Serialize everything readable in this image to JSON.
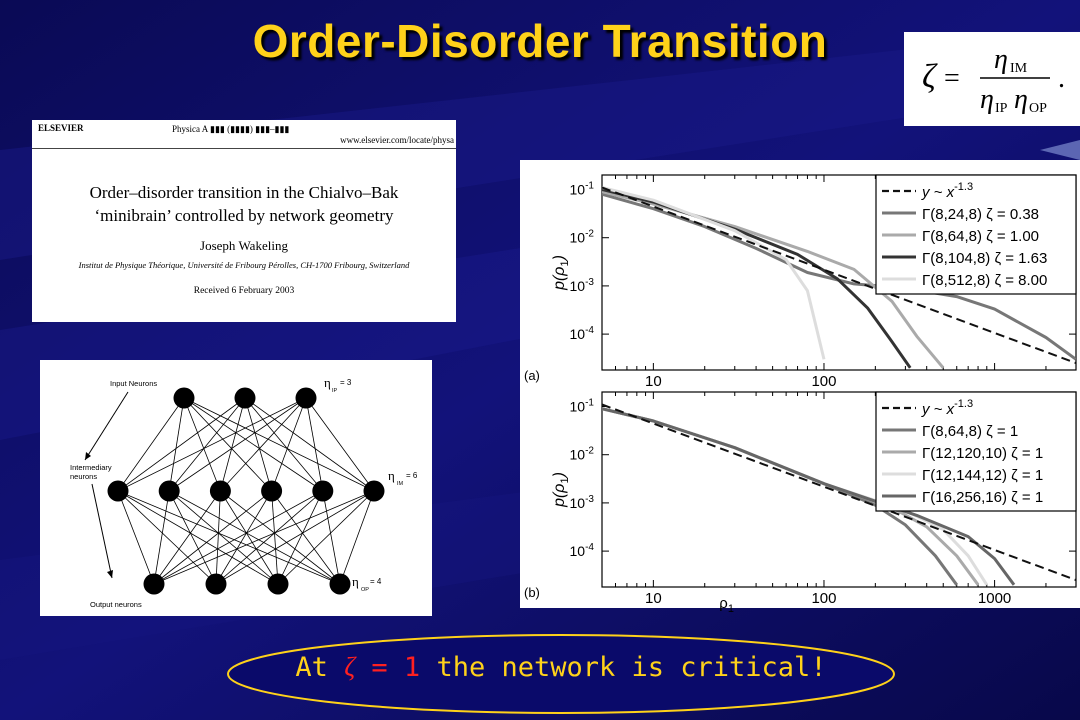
{
  "slide": {
    "title": "Order-Disorder Transition",
    "callout": {
      "prefix": "At ",
      "zeta": "ζ",
      "eq": " = ",
      "one": "1",
      "suffix": " the network is critical!"
    }
  },
  "formula": {
    "lhs": "ζ",
    "eq": "=",
    "num": "η",
    "num_sub": "IM",
    "den1": "η",
    "den1_sub": "IP",
    "den2": "η",
    "den2_sub": "OP",
    "end": "."
  },
  "paper": {
    "publisher": "ELSEVIER",
    "journal": "Physica A ▮▮▮ (▮▮▮▮) ▮▮▮–▮▮▮",
    "url": "www.elsevier.com/locate/physa",
    "title_line1": "Order–disorder transition in the Chialvo–Bak",
    "title_line2": "‘minibrain’ controlled by network geometry",
    "author": "Joseph Wakeling",
    "affiliation": "Institut de Physique Théorique, Université de Fribourg Pérolles, CH-1700 Fribourg, Switzerland",
    "received": "Received 6 February 2003"
  },
  "network": {
    "input_label": "Input Neurons",
    "inter_label_1": "Intermediary",
    "inter_label_2": "neurons",
    "output_label": "Output neurons",
    "eta_ip": "η",
    "eta_ip_sub": "IP",
    "eta_ip_val": "= 3",
    "eta_im": "η",
    "eta_im_sub": "IM",
    "eta_im_val": "= 6",
    "eta_op": "η",
    "eta_op_sub": "OP",
    "eta_op_val": "= 4",
    "layers": [
      3,
      6,
      4
    ]
  },
  "chart_data": [
    {
      "type": "line",
      "panel_label": "(a)",
      "xscale": "log",
      "yscale": "log",
      "xlim": [
        5,
        3000
      ],
      "ylim": [
        1.8e-05,
        0.2
      ],
      "ylabel": "p(ρ1)",
      "x_ticks": [
        "10",
        "100"
      ],
      "y_ticks": [
        "10-1",
        "10-2",
        "10-3",
        "10-4"
      ],
      "legend_position": "top-right",
      "series": [
        {
          "name": "y ~ x-1.3",
          "style": "dashed",
          "color": "#111111",
          "x": [
            5,
            3000
          ],
          "y": [
            0.11,
            2.5e-05
          ]
        },
        {
          "name": "Γ(8,24,8)  ζ = 0.38",
          "color": "#777777",
          "x": [
            5,
            10,
            20,
            40,
            80,
            150,
            300,
            600,
            1000,
            2000,
            3000
          ],
          "y": [
            0.08,
            0.04,
            0.017,
            0.006,
            0.0019,
            0.0011,
            0.0009,
            0.0006,
            0.00033,
            8.5e-05,
            3e-05
          ]
        },
        {
          "name": "Γ(8,64,8)  ζ = 1.00",
          "color": "#aaaaaa",
          "x": [
            5,
            10,
            30,
            80,
            150,
            250,
            350,
            500
          ],
          "y": [
            0.09,
            0.05,
            0.017,
            0.0052,
            0.0022,
            0.00048,
            9e-05,
            2e-05
          ]
        },
        {
          "name": "Γ(8,104,8)  ζ = 1.63",
          "color": "#333333",
          "x": [
            5,
            10,
            30,
            70,
            120,
            180,
            250,
            320
          ],
          "y": [
            0.1,
            0.055,
            0.015,
            0.0045,
            0.0014,
            0.00035,
            7e-05,
            2e-05
          ]
        },
        {
          "name": "Γ(8,512,8)  ζ = 8.00",
          "color": "#dddddd",
          "x": [
            5,
            10,
            30,
            60,
            80,
            100
          ],
          "y": [
            0.11,
            0.06,
            0.014,
            0.0035,
            0.0008,
            3e-05
          ]
        }
      ]
    },
    {
      "type": "line",
      "panel_label": "(b)",
      "xscale": "log",
      "yscale": "log",
      "xlim": [
        5,
        3000
      ],
      "ylim": [
        1.8e-05,
        0.2
      ],
      "xlabel": "ρ1",
      "ylabel": "p(ρ1)",
      "x_ticks": [
        "10",
        "100",
        "1000"
      ],
      "y_ticks": [
        "10-1",
        "10-2",
        "10-3",
        "10-4"
      ],
      "legend_position": "top-right",
      "series": [
        {
          "name": "y ~ x-1.3",
          "style": "dashed",
          "color": "#111111",
          "x": [
            5,
            3000
          ],
          "y": [
            0.11,
            2.5e-05
          ]
        },
        {
          "name": "Γ(8,64,8)  ζ = 1",
          "color": "#777777",
          "x": [
            5,
            10,
            30,
            100,
            200,
            300,
            450,
            600
          ],
          "y": [
            0.09,
            0.05,
            0.014,
            0.0025,
            0.0009,
            0.00035,
            8e-05,
            2e-05
          ]
        },
        {
          "name": "Γ(12,120,10)  ζ = 1",
          "color": "#aaaaaa",
          "x": [
            5,
            10,
            30,
            100,
            250,
            400,
            600,
            800
          ],
          "y": [
            0.09,
            0.05,
            0.014,
            0.0025,
            0.0008,
            0.00032,
            8e-05,
            2e-05
          ]
        },
        {
          "name": "Γ(12,144,12)  ζ = 1",
          "color": "#dddddd",
          "x": [
            5,
            10,
            30,
            100,
            300,
            500,
            700,
            900
          ],
          "y": [
            0.09,
            0.05,
            0.014,
            0.0025,
            0.0007,
            0.00028,
            8e-05,
            2e-05
          ]
        },
        {
          "name": "Γ(16,256,16)  ζ = 1",
          "color": "#666666",
          "x": [
            5,
            10,
            30,
            100,
            350,
            700,
            1000,
            1300
          ],
          "y": [
            0.09,
            0.05,
            0.014,
            0.0025,
            0.00055,
            0.0002,
            7e-05,
            2e-05
          ]
        }
      ]
    }
  ]
}
